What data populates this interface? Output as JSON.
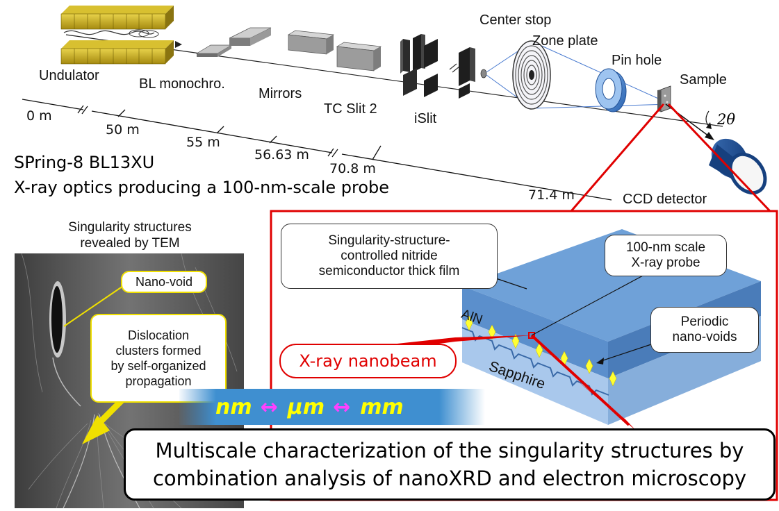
{
  "beamline": {
    "components": {
      "undulator": "Undulator",
      "monochromator": "BL monochro.",
      "mirrors": "Mirrors",
      "tc_slit": "TC Slit 2",
      "islit": "iSlit",
      "center_stop": "Center stop",
      "zone_plate": "Zone plate",
      "pin_hole": "Pin hole",
      "sample": "Sample",
      "angle": "2θ",
      "ccd_detector": "CCD detector"
    },
    "distances": [
      "0 m",
      "50 m",
      "55 m",
      "56.63 m",
      "70.8 m",
      "71.4 m"
    ],
    "title_line1": "SPring-8 BL13XU",
    "title_line2": "X-ray optics producing a 100-nm-scale probe"
  },
  "tem": {
    "heading_line1": "Singularity structures",
    "heading_line2": "revealed by TEM",
    "nano_void": "Nano-void",
    "dislocation_lines": [
      "Dislocation",
      "clusters formed",
      "by self-organized",
      "propagation"
    ]
  },
  "scale": {
    "nm": "nm",
    "um": "μm",
    "mm": "mm",
    "arrow": "↔"
  },
  "sample_view": {
    "film_lines": [
      "Singularity-structure-",
      "controlled nitride",
      "semiconductor thick film"
    ],
    "probe_lines": [
      "100-nm scale",
      "X-ray probe"
    ],
    "voids_lines": [
      "Periodic",
      "nano-voids"
    ],
    "aln": "AlN",
    "sapphire": "Sapphire",
    "nanobeam": "X-ray nanobeam"
  },
  "summary": {
    "line1": "Multiscale characterization of the singularity structures by",
    "line2": "combination analysis of nanoXRD and electron microscopy"
  },
  "colors": {
    "highlight_red": "#e00000",
    "film_blue": "#6a9fd6",
    "sapphire_blue": "#aac8ec",
    "callout_yellow": "#f0e000",
    "scale_blue": "#3f8fd0"
  }
}
